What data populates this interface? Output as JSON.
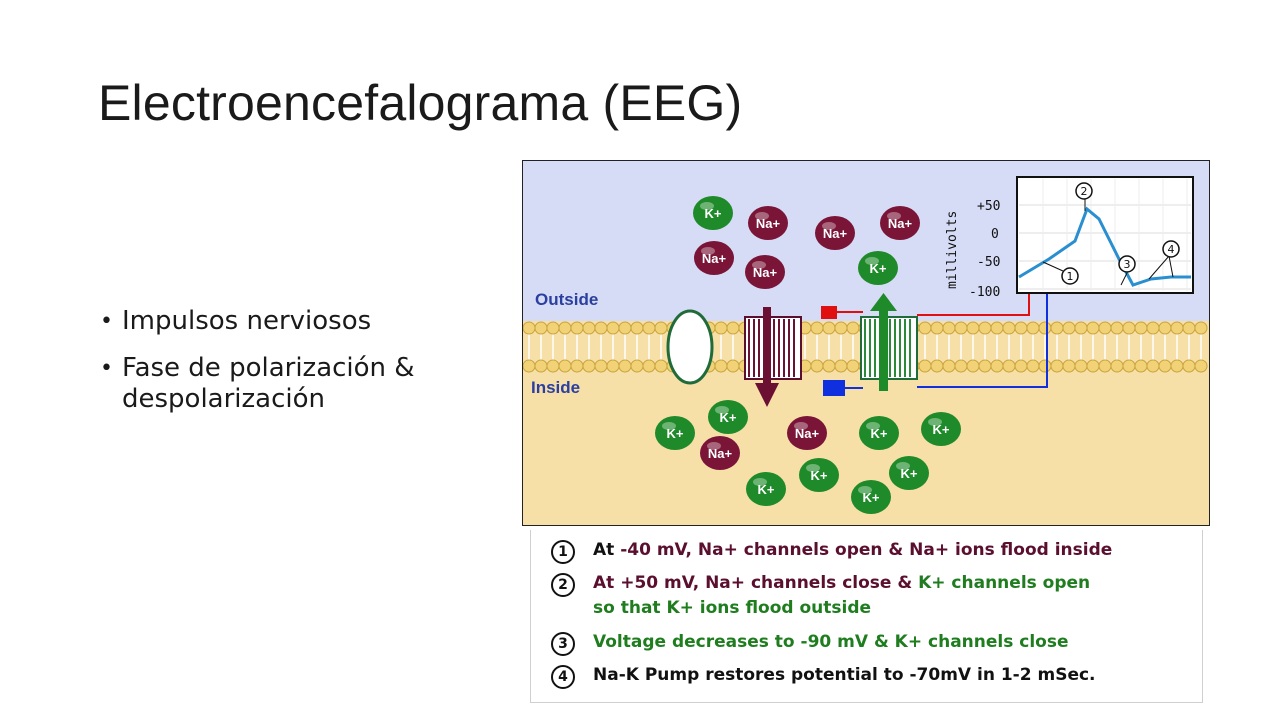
{
  "slide": {
    "title": "Electroencefalograma (EEG)",
    "bullets": [
      "Impulsos nerviosos",
      "Fase de polarización & despolarización"
    ]
  },
  "diagram": {
    "outside_label": "Outside",
    "inside_label": "Inside",
    "ions_outside": [
      "K+",
      "Na+",
      "Na+",
      "Na+",
      "Na+",
      "Na+",
      "K+"
    ],
    "ions_inside": [
      "K+",
      "K+",
      "Na+",
      "Na+",
      "K+",
      "K+",
      "K+",
      "K+",
      "K+",
      "K+"
    ],
    "graph": {
      "ylabel": "millivolts",
      "yticks": [
        "+50",
        "0",
        "-50",
        "-100"
      ],
      "markers": [
        "1",
        "2",
        "3",
        "4"
      ]
    },
    "colors": {
      "outside_bg": "#d6dcf5",
      "inside_bg": "#f7dfa8",
      "membrane_head": "#f2d276",
      "na_ion": "#7a1538",
      "k_ion": "#1f8a2a",
      "trace": "#2a8fd0"
    }
  },
  "legend": {
    "steps": [
      {
        "num": "1",
        "lead": "At",
        "text": " -40 mV, Na+ channels open & Na+ ions flood inside"
      },
      {
        "num": "2",
        "lead": "At +50 mV, Na+ channels close & ",
        "text": "K+ channels open",
        "text2": "so that K+ ions flood outside"
      },
      {
        "num": "3",
        "text": "Voltage decreases to -90 mV & K+ channels close"
      },
      {
        "num": "4",
        "text": "Na-K Pump restores potential to -70mV in 1-2 mSec."
      }
    ]
  }
}
